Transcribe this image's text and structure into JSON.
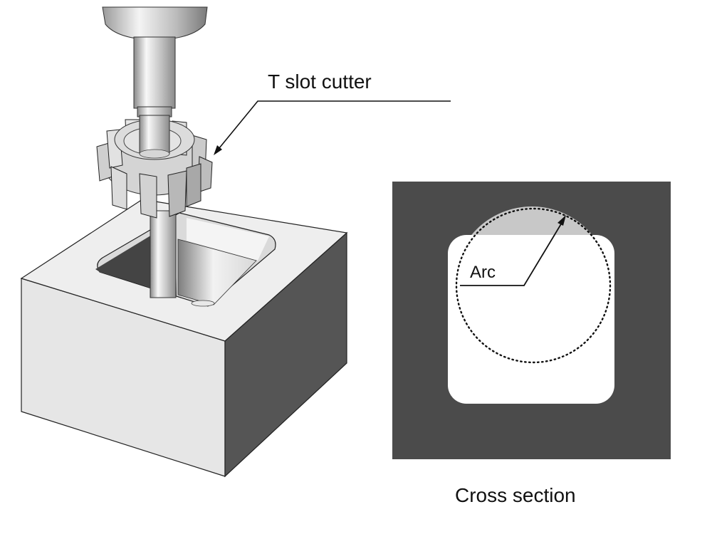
{
  "labels": {
    "cutter": "T slot cutter",
    "arc": "Arc",
    "cross_section": "Cross section"
  },
  "colors": {
    "background": "#ffffff",
    "block_front": "#e6e6e6",
    "block_top": "#eeeeee",
    "block_right": "#555555",
    "section_dark": "#4b4b4b",
    "section_hole": "#ffffff",
    "arc_region": "#c8c8c8",
    "line": "#111111"
  }
}
